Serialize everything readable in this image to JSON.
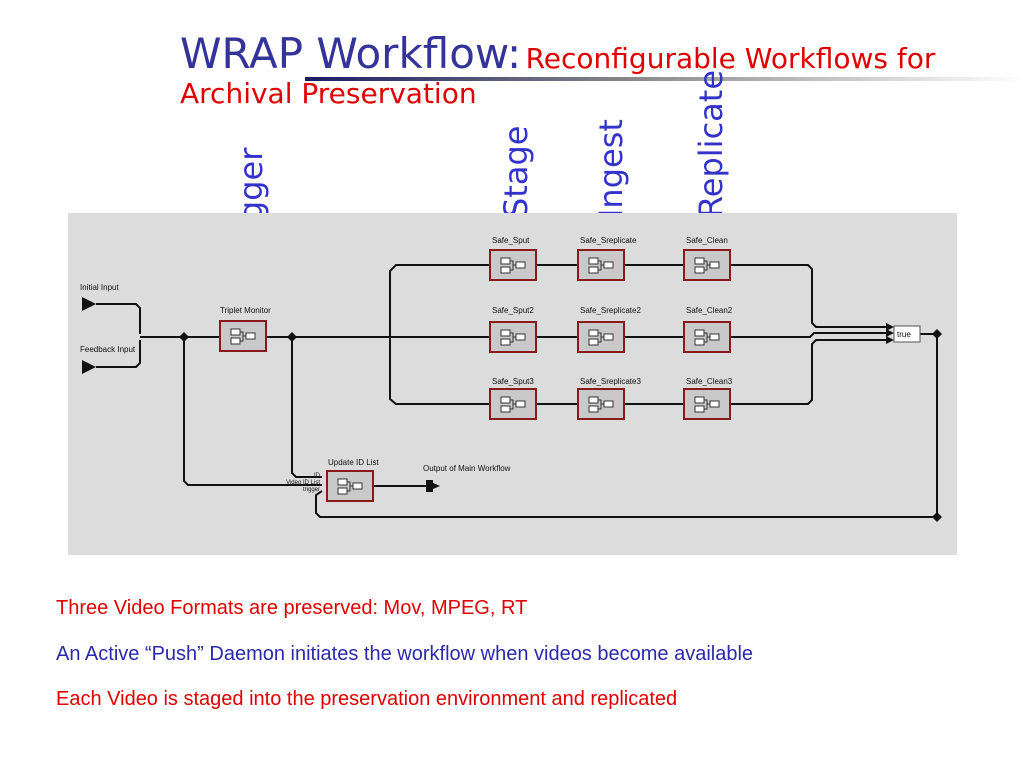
{
  "title": {
    "main": "WRAP Workflow:",
    "sub_line1": "Reconfigurable Workflows for",
    "sub_line2": "Archival Preservation"
  },
  "stage_labels": {
    "trigger": "Trigger",
    "stage": "Stage",
    "ingest": "Ingest",
    "replicate": "Replicate"
  },
  "workflow": {
    "ports": {
      "initial_input": "Initial Input",
      "feedback_input": "Feedback Input",
      "output": "Output of Main Workflow"
    },
    "actors": {
      "triplet_monitor": "Triplet Monitor",
      "update_id_list": "Update ID List",
      "sput1": "Safe_Sput",
      "sreplicate1": "Safe_Sreplicate",
      "clean1": "Safe_Clean",
      "sput2": "Safe_Sput2",
      "sreplicate2": "Safe_Sreplicate2",
      "clean2": "Safe_Clean2",
      "sput3": "Safe_Sput3",
      "sreplicate3": "Safe_Sreplicate3",
      "clean3": "Safe_Clean3"
    },
    "update_ports": [
      "ID",
      "Video ID List",
      "trigger"
    ],
    "boolean_label": "true"
  },
  "notes": [
    {
      "text": "Three Video Formats are preserved: Mov, MPEG, RT",
      "color": "#e00000"
    },
    {
      "text": "An Active “Push” Daemon initiates the workflow when videos become available",
      "color": "#2a2aaa"
    },
    {
      "text": "Each Video is staged into the preservation environment and replicated",
      "color": "#e00000"
    }
  ]
}
